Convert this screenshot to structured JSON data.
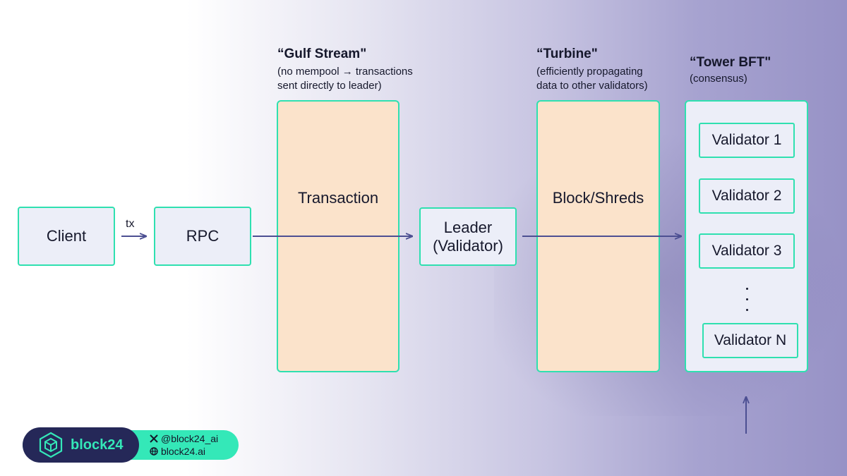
{
  "nodes": {
    "client": "Client",
    "rpc": "RPC",
    "transaction": "Transaction",
    "leader_line1": "Leader",
    "leader_line2": "(Validator)",
    "block_shreds": "Block/Shreds"
  },
  "edge_label_tx": "tx",
  "gulf_stream": {
    "title": "“Gulf Stream\"",
    "sub_line1": "(no mempool → transactions",
    "sub_line2": "sent directly to leader)"
  },
  "turbine": {
    "title": "“Turbine\"",
    "sub_line1": "(efficiently propagating",
    "sub_line2": "data to other validators)"
  },
  "tower_bft": {
    "title": "“Tower BFT\"",
    "sub": "(consensus)"
  },
  "validators": [
    "Validator 1",
    "Validator 2",
    "Validator 3",
    "Validator N"
  ],
  "brand": {
    "name": "block24",
    "twitter": "@block24_ai",
    "website": "block24.ai"
  },
  "colors": {
    "node_fill": "#eceef8",
    "node_border": "#2fe0b0",
    "stage_fill": "#fbe3cb",
    "arrow": "#4c4f92",
    "brand_dark": "#252858",
    "brand_accent": "#34e8b8"
  },
  "icons": [
    "cube-logo-icon",
    "x-logo-icon",
    "globe-icon"
  ]
}
